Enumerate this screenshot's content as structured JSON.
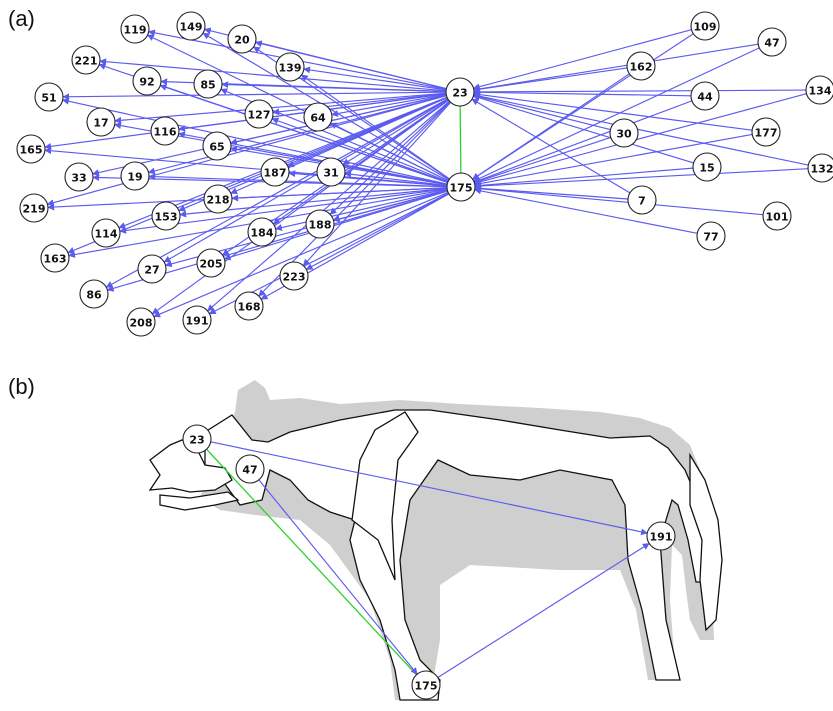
{
  "panels": {
    "a": {
      "label": "(a)"
    },
    "b": {
      "label": "(b)"
    }
  },
  "colors": {
    "edge_blue": "#5b5bf0",
    "edge_green": "#2fd12f",
    "shadow_gray": "#cfcfcf",
    "outline": "#111111"
  },
  "graph_a": {
    "hubs": [
      "23",
      "175"
    ],
    "nodes": [
      "119",
      "149",
      "20",
      "221",
      "139",
      "92",
      "85",
      "51",
      "127",
      "64",
      "17",
      "116",
      "65",
      "165",
      "187",
      "31",
      "33",
      "19",
      "218",
      "219",
      "153",
      "114",
      "184",
      "188",
      "163",
      "205",
      "27",
      "223",
      "86",
      "168",
      "208",
      "191",
      "109",
      "47",
      "162",
      "44",
      "134",
      "30",
      "177",
      "15",
      "132",
      "7",
      "101",
      "77",
      "23",
      "175"
    ],
    "edges_from_23": [
      "119",
      "149",
      "20",
      "221",
      "139",
      "92",
      "85",
      "51",
      "127",
      "64",
      "17",
      "116",
      "65",
      "165",
      "187",
      "31",
      "33",
      "19",
      "218",
      "219",
      "153",
      "114",
      "184",
      "188",
      "163",
      "205",
      "27",
      "223",
      "86",
      "168",
      "208",
      "191"
    ],
    "edges_from_175": [
      "119",
      "149",
      "20",
      "221",
      "139",
      "92",
      "85",
      "51",
      "127",
      "64",
      "17",
      "116",
      "65",
      "165",
      "187",
      "31",
      "33",
      "19",
      "218",
      "219",
      "153",
      "114",
      "184",
      "188",
      "163",
      "205",
      "27",
      "223",
      "86",
      "168",
      "208",
      "191"
    ],
    "edges_into_23": [
      "109",
      "47",
      "162",
      "44",
      "134",
      "30",
      "177",
      "15",
      "132",
      "7"
    ],
    "edges_into_175": [
      "109",
      "47",
      "162",
      "44",
      "134",
      "30",
      "177",
      "15",
      "132",
      "7",
      "101",
      "77"
    ],
    "green_edges": [
      [
        "23",
        "175"
      ]
    ]
  },
  "graph_b": {
    "nodes": [
      "23",
      "47",
      "191",
      "175"
    ],
    "edges": [
      [
        "23",
        "191"
      ],
      [
        "47",
        "175"
      ],
      [
        "175",
        "191"
      ]
    ],
    "green_edges": [
      [
        "23",
        "175"
      ]
    ]
  }
}
